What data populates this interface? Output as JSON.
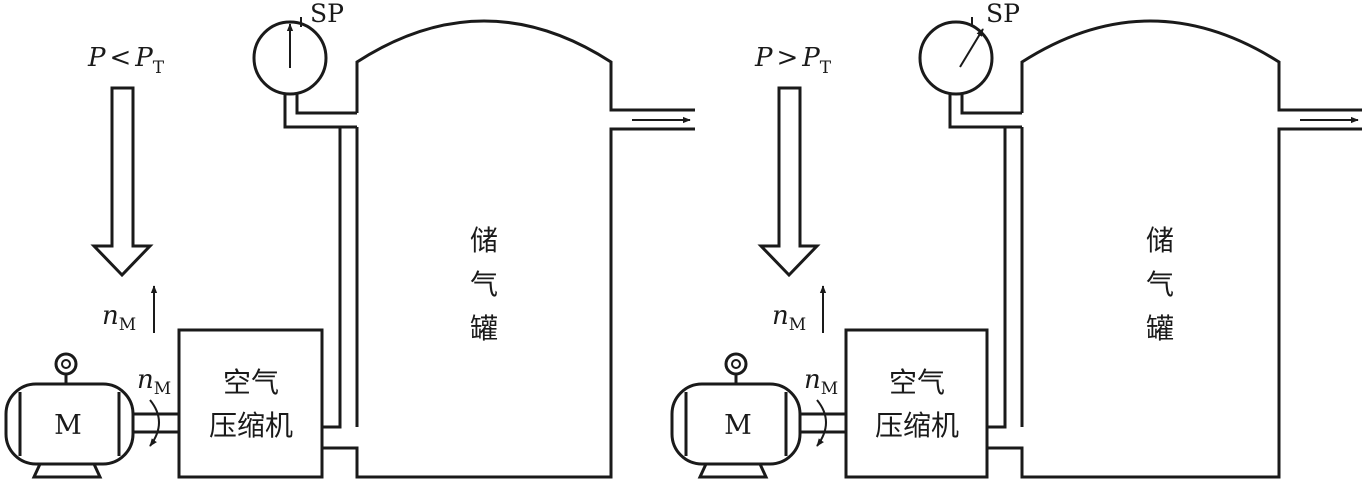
{
  "panels": [
    {
      "condition": {
        "p": "P",
        "op": "<",
        "pt": "P",
        "pt_sub": "T"
      },
      "gauge_label": "SP",
      "speed_label": {
        "n": "n",
        "sub": "M"
      },
      "shaft_label": {
        "n": "n",
        "sub": "M"
      },
      "motor_label": "M",
      "compressor_label": [
        "空气",
        "压缩机"
      ],
      "tank_label": [
        "储",
        "气",
        "罐"
      ],
      "gauge_needle": "vertical",
      "speed_change": "increase"
    },
    {
      "condition": {
        "p": "P",
        "op": ">",
        "pt": "P",
        "pt_sub": "T"
      },
      "gauge_label": "SP",
      "speed_label": {
        "n": "n",
        "sub": "M"
      },
      "shaft_label": {
        "n": "n",
        "sub": "M"
      },
      "motor_label": "M",
      "compressor_label": [
        "空气",
        "压缩机"
      ],
      "tank_label": [
        "储",
        "气",
        "罐"
      ],
      "gauge_needle": "tilted-right",
      "speed_change": "increase"
    }
  ]
}
